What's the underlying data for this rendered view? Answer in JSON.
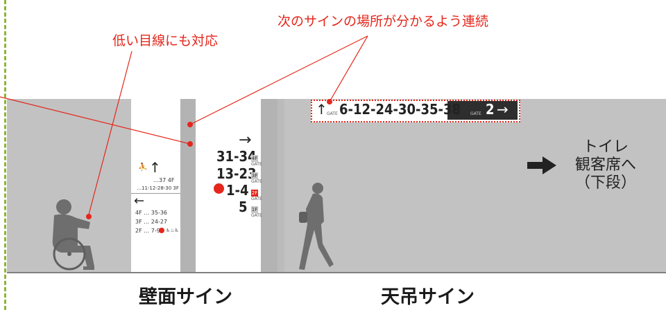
{
  "annotations": {
    "low_eye_level": "低い目線にも対応",
    "next_sign_link": "次のサインの場所が分かるよう連続"
  },
  "captions": {
    "wall_sign": "壁面サイン",
    "ceiling_sign": "天吊サイン"
  },
  "wall_sign_left": {
    "upper_arrow": "↑",
    "upper_line1": "…37 4F",
    "upper_line2": "…11-12-28-30 3F",
    "lower_arrow": "←",
    "lower_lines": [
      "4F … 35-36",
      "3F … 24-27",
      "2F … 7-9"
    ]
  },
  "wall_sign_right": {
    "arrow": "→",
    "rows": [
      {
        "range": "31-34",
        "floor": "4F",
        "gate": "GATE"
      },
      {
        "range": "13-23",
        "floor": "3F",
        "gate": "GATE"
      },
      {
        "range": "1-4",
        "floor": "2F",
        "gate": "GATE"
      },
      {
        "range": "5",
        "floor": "1F",
        "gate": "GATE"
      }
    ]
  },
  "ceiling_sign": {
    "left_arrow": "↑",
    "left_gate": "GATE",
    "left_numbers": "6-12-24-30-35-38",
    "right_gate": "GATE",
    "right_number": "2",
    "right_arrow": "→"
  },
  "destination": {
    "line1": "トイレ",
    "line2": "観客席へ",
    "line3": "（下段）"
  },
  "colors": {
    "accent_red": "#e4261b",
    "wall_gray": "#c2c2c2",
    "dashed_edge": "#8fb33a"
  }
}
